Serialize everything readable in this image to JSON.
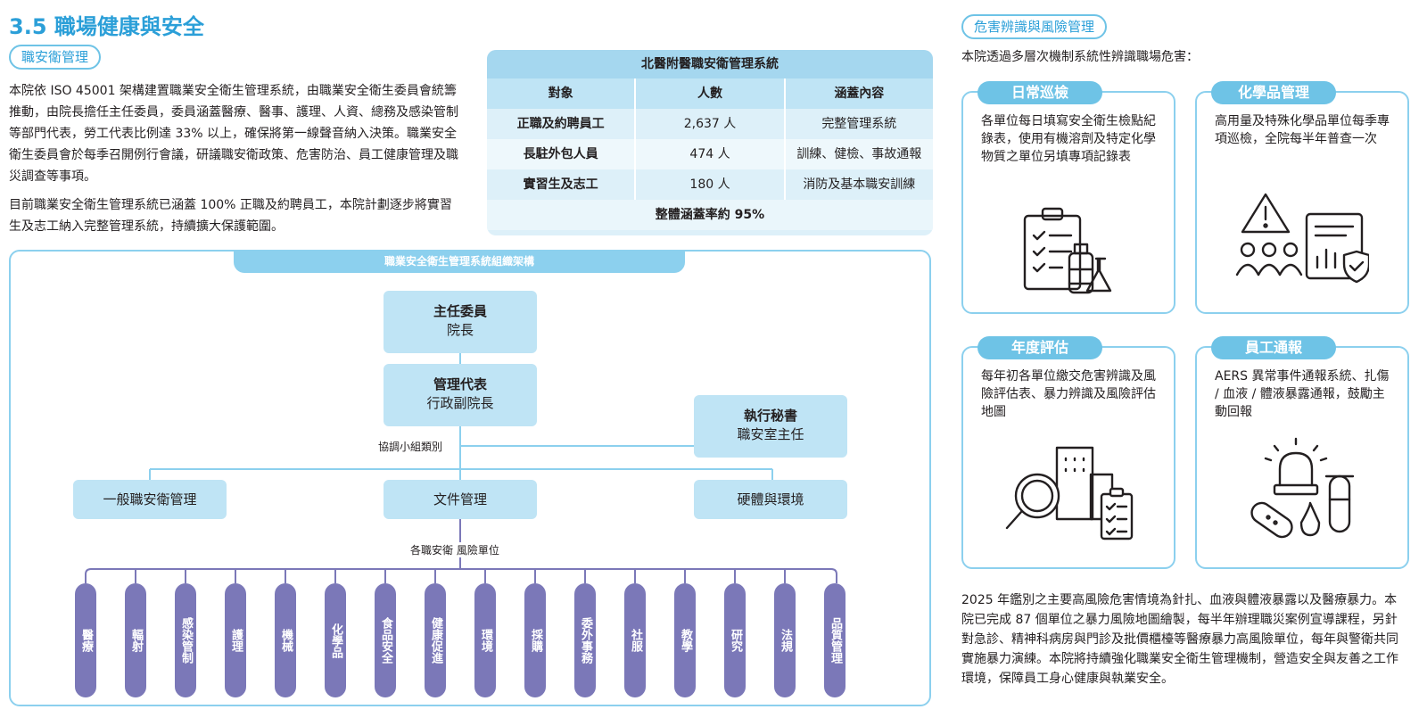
{
  "page": {
    "title": "3.5 職場健康與安全",
    "left_tag": "職安衛管理",
    "right_tag": "危害辨識與風險管理",
    "intro_paragraph_1": "本院依 ISO 45001 架構建置職業安全衛生管理系統，由職業安全衛生委員會統籌推動，由院長擔任主任委員，委員涵蓋醫療、醫事、護理、人資、總務及感染管制等部門代表，勞工代表比例達 33% 以上，確保將第一線聲音納入決策。職業安全衛生委員會於每季召開例行會議，研議職安衛政策、危害防治、員工健康管理及職災調查等事項。",
    "intro_paragraph_2": "目前職業安全衛生管理系統已涵蓋 100% 正職及約聘員工，本院計劃逐步將實習生及志工納入完整管理系統，持續擴大保護範圍。",
    "right_intro": "本院透過多層次機制系統性辨識職場危害：",
    "right_summary": "2025 年鑑別之主要高風險危害情境為針扎、血液與體液暴露以及醫療暴力。本院已完成 87 個單位之暴力風險地圖繪製，每半年辦理職災案例宣導課程，另針對急診、精神科病房與門診及批價櫃檯等醫療暴力高風險單位，每年與警衛共同實施暴力演練。本院將持續強化職業安全衛生管理機制，營造安全與友善之工作環境，保障員工身心健康與執業安全。"
  },
  "table": {
    "caption": "北醫附醫職安衛管理系統",
    "headers": [
      "對象",
      "人數",
      "涵蓋內容"
    ],
    "rows": [
      [
        "正職及約聘員工",
        "2,637 人",
        "完整管理系統"
      ],
      [
        "長駐外包人員",
        "474 人",
        "訓練、健檢、事故通報"
      ],
      [
        "實習生及志工",
        "180 人",
        "消防及基本職安訓練"
      ]
    ],
    "total": "整體涵蓋率約 95%"
  },
  "org": {
    "caption": "職業安全衛生管理系統組織架構",
    "chair_title": "主任委員",
    "chair_name": "院長",
    "rep_title": "管理代表",
    "rep_name": "行政副院長",
    "sec_title": "執行秘書",
    "sec_name": "職安室主任",
    "coord_label": "協調小組類別",
    "groups": [
      "一般職安衛管理",
      "文件管理",
      "硬體與環境"
    ],
    "units_label": "各職安衛  風險單位",
    "units": [
      "醫療",
      "輻射",
      "感染管制",
      "護理",
      "機械",
      "化學品",
      "食品安全",
      "健康促進",
      "環境",
      "採購",
      "委外事務",
      "社服",
      "教學",
      "研究",
      "法規",
      "品質管理"
    ]
  },
  "cards": [
    {
      "tag": "日常巡檢",
      "text": "各單位每日填寫安全衛生檢點紀錄表，使用有機溶劑及特定化學物質之單位另填專項記錄表",
      "icon": "checklist-chemical-icon"
    },
    {
      "tag": "化學品管理",
      "text": "高用量及特殊化學品單位每季專項巡檢，全院每半年普查一次",
      "icon": "warning-people-chart-icon"
    },
    {
      "tag": "年度評估",
      "text": "每年初各單位繳交危害辨識及風險評估表、暴力辨識及風險評估地圖",
      "icon": "magnifier-building-icon"
    },
    {
      "tag": "員工通報",
      "text": "AERS 異常事件通報系統、扎傷 / 血液 / 體液暴露通報，鼓勵主動回報",
      "icon": "alarm-bandage-icon"
    }
  ],
  "colors": {
    "accent": "#2b9fd8",
    "light_blue": "#bfe4f5",
    "unit_purple": "#7b78b8",
    "border": "#8cd0ee"
  }
}
